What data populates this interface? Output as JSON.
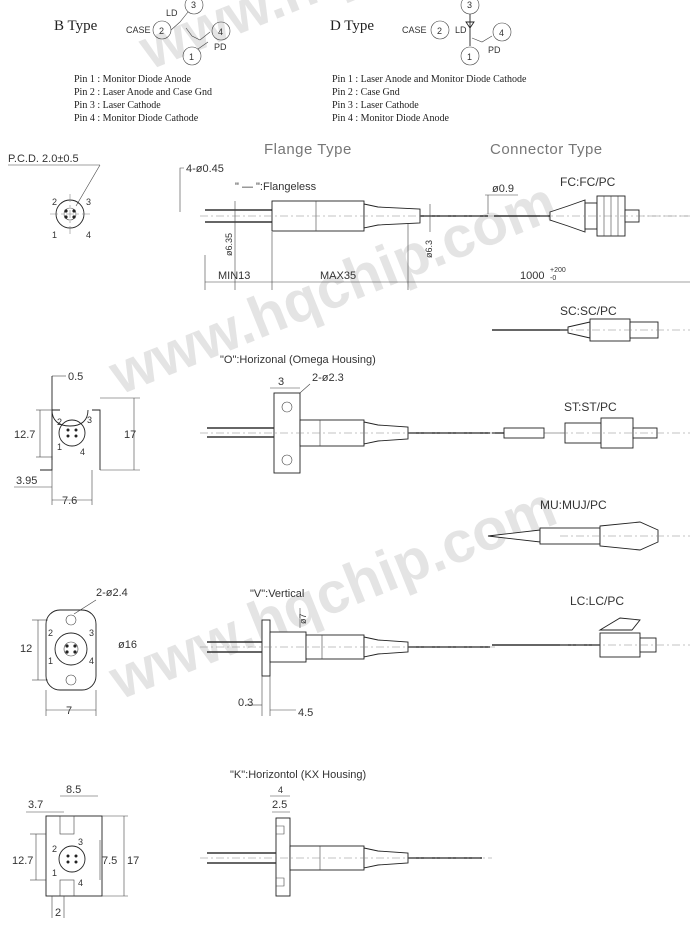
{
  "header": {
    "b_type": {
      "title": "B Type",
      "case_label": "CASE",
      "ld_label": "LD",
      "pd_label": "PD",
      "pins": [
        "Pin 1 : Monitor Diode Anode",
        "Pin 2 : Laser Anode and Case Gnd",
        "Pin 3 : Laser Cathode",
        "Pin 4 : Monitor Diode Cathode"
      ]
    },
    "d_type": {
      "title": "D Type",
      "case_label": "CASE",
      "ld_label": "LD",
      "pd_label": "PD",
      "pins": [
        "Pin 1 : Laser Anode and Monitor Diode Cathode",
        "Pin 2 : Case Gnd",
        "Pin 3 : Laser Cathode",
        "Pin 4 : Monitor Diode Anode"
      ]
    },
    "pin_numbers": [
      "1",
      "2",
      "3",
      "4"
    ]
  },
  "sections": {
    "flange_type": "Flange Type",
    "connector_type": "Connector Type"
  },
  "flangeless": {
    "pcd": "P.C.D. 2.0±0.5",
    "hole": "4-ø0.45",
    "note": "\" — \":Flangeless",
    "fiber_dia": "ø0.9",
    "body_dia_left": "ø6.35",
    "body_dia_right": "ø6.3",
    "len_min": "MIN13",
    "len_max": "MAX35",
    "fiber_len": "1000",
    "fiber_tol_plus": "+200",
    "fiber_tol_minus": "-0"
  },
  "omega": {
    "title": "\"O\":Horizonal (Omega Housing)",
    "d_thick": "0.5",
    "d_height": "12.7",
    "d_total": "17",
    "d_offset": "3.95",
    "d_width": "7.6",
    "d_hole_pitch": "3",
    "d_holes": "2-ø2.3"
  },
  "vertical": {
    "title": "\"V\":Vertical",
    "d_holes": "2-ø2.4",
    "d_height": "12",
    "d_outer": "ø16",
    "d_width": "7",
    "d_flange": "ø7",
    "d_thick": "0.3",
    "d_len": "4.5"
  },
  "kx": {
    "title": "\"K\":Horizontol (KX Housing)",
    "d_top": "8.5",
    "d_side": "3.7",
    "d_height": "12.7",
    "d_inner": "7.5",
    "d_total": "17",
    "d_bottom": "2",
    "d_w1": "4",
    "d_w2": "2.5"
  },
  "connectors": [
    "FC:FC/PC",
    "SC:SC/PC",
    "ST:ST/PC",
    "MU:MUJ/PC",
    "LC:LC/PC"
  ],
  "watermark": "www.hqchip.com"
}
